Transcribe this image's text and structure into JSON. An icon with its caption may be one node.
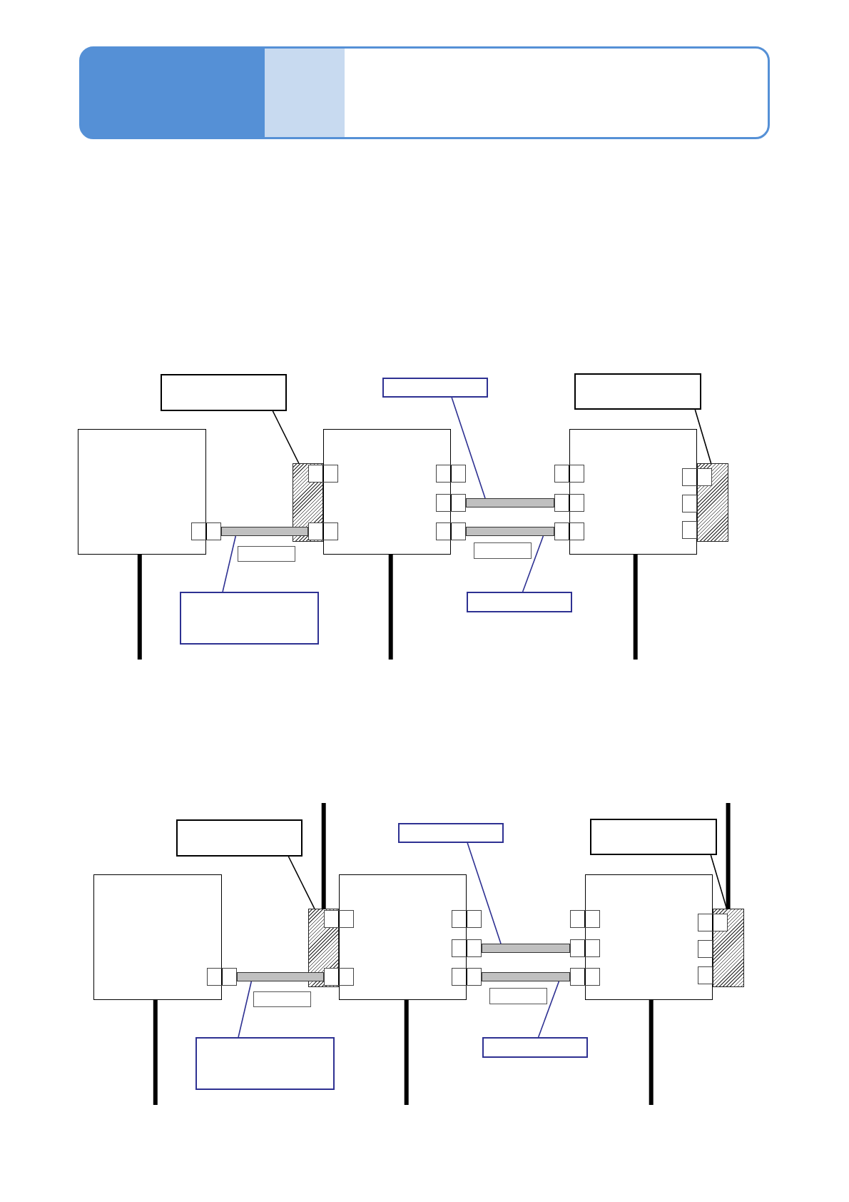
{
  "diagram": {
    "nodes": [
      {
        "text": [],
        "shape": "band"
      },
      {
        "text": [],
        "shape": "box"
      },
      {
        "text": [],
        "shape": "box"
      },
      {
        "text": [],
        "shape": "box"
      },
      {
        "text": [],
        "shape": "box"
      },
      {
        "text": [],
        "shape": "box"
      },
      {
        "text": [],
        "shape": "box"
      },
      {
        "text": [],
        "shape": "box"
      },
      {
        "text": [],
        "shape": "box"
      },
      {
        "text": [],
        "shape": "box"
      },
      {
        "text": [],
        "shape": "box"
      },
      {
        "text": [],
        "shape": "box"
      },
      {
        "text": [],
        "shape": "box"
      },
      {
        "text": [],
        "shape": "box"
      },
      {
        "text": [],
        "shape": "box"
      },
      {
        "text": [],
        "shape": "box"
      },
      {
        "text": [],
        "shape": "box"
      },
      {
        "text": [],
        "shape": "box"
      },
      {
        "text": [],
        "shape": "box"
      },
      {
        "text": [],
        "shape": "box",
        "in": 7
      },
      {
        "text": [],
        "shape": "box",
        "in": 7
      },
      {
        "text": [],
        "shape": "bar"
      },
      {
        "text": [],
        "shape": "bar"
      },
      {
        "text": [],
        "shape": "bar"
      },
      {
        "text": [],
        "shape": "box"
      },
      {
        "text": [],
        "shape": "box"
      },
      {
        "text": [],
        "shape": "box"
      },
      {
        "text": [],
        "shape": "box"
      },
      {
        "text": [],
        "shape": "box"
      },
      {
        "text": [],
        "shape": "box"
      },
      {
        "text": [],
        "shape": "box"
      },
      {
        "text": [],
        "shape": "box"
      },
      {
        "text": [],
        "shape": "box"
      },
      {
        "text": [],
        "shape": "box"
      },
      {
        "text": [],
        "shape": "box"
      },
      {
        "text": [],
        "shape": "box"
      },
      {
        "text": [],
        "shape": "box"
      },
      {
        "text": [],
        "shape": "box"
      },
      {
        "text": [],
        "shape": "box"
      },
      {
        "text": [],
        "shape": "box"
      },
      {
        "text": [],
        "shape": "box"
      },
      {
        "text": [],
        "shape": "box"
      },
      {
        "text": [],
        "shape": "box"
      },
      {
        "text": [],
        "shape": "box"
      },
      {
        "text": [],
        "shape": "box"
      },
      {
        "text": [],
        "shape": "box"
      },
      {
        "text": [],
        "shape": "box",
        "in": 34
      },
      {
        "text": [],
        "shape": "box",
        "in": 34
      },
      {
        "text": [],
        "shape": "bar"
      },
      {
        "text": [],
        "shape": "bar"
      },
      {
        "text": [],
        "shape": "bar"
      },
      {
        "text": [],
        "shape": "box"
      },
      {
        "text": [],
        "shape": "box"
      },
      {
        "text": [],
        "shape": "box"
      },
      {
        "text": [],
        "shape": "box"
      }
    ],
    "edges": [
      {
        "from": 1,
        "to": 5,
        "arrow": "none"
      },
      {
        "from": 2,
        "to": 22,
        "arrow": "none",
        "color": "#2e3192"
      },
      {
        "from": 3,
        "to": 8,
        "arrow": "none"
      },
      {
        "from": 26,
        "to": 21,
        "arrow": "none",
        "color": "#2e3192"
      },
      {
        "from": 27,
        "to": 23,
        "arrow": "none",
        "color": "#2e3192"
      },
      {
        "from": 4,
        "to": null,
        "arrow": "none",
        "style": "thick"
      },
      {
        "from": 6,
        "to": null,
        "arrow": "none",
        "style": "thick"
      },
      {
        "from": 7,
        "to": null,
        "arrow": "none",
        "style": "thick"
      },
      {
        "from": null,
        "to": 32,
        "arrow": "none",
        "style": "thick"
      },
      {
        "from": null,
        "to": 35,
        "arrow": "none",
        "style": "thick"
      },
      {
        "from": 28,
        "to": 32,
        "arrow": "none"
      },
      {
        "from": 29,
        "to": 49,
        "arrow": "none",
        "color": "#2e3192"
      },
      {
        "from": 30,
        "to": 35,
        "arrow": "none"
      },
      {
        "from": 53,
        "to": 48,
        "arrow": "none",
        "color": "#2e3192"
      },
      {
        "from": 54,
        "to": 50,
        "arrow": "none",
        "color": "#2e3192"
      },
      {
        "from": 31,
        "to": null,
        "arrow": "none",
        "style": "thick"
      },
      {
        "from": 33,
        "to": null,
        "arrow": "none",
        "style": "thick"
      },
      {
        "from": 34,
        "to": null,
        "arrow": "none",
        "style": "thick"
      }
    ]
  }
}
